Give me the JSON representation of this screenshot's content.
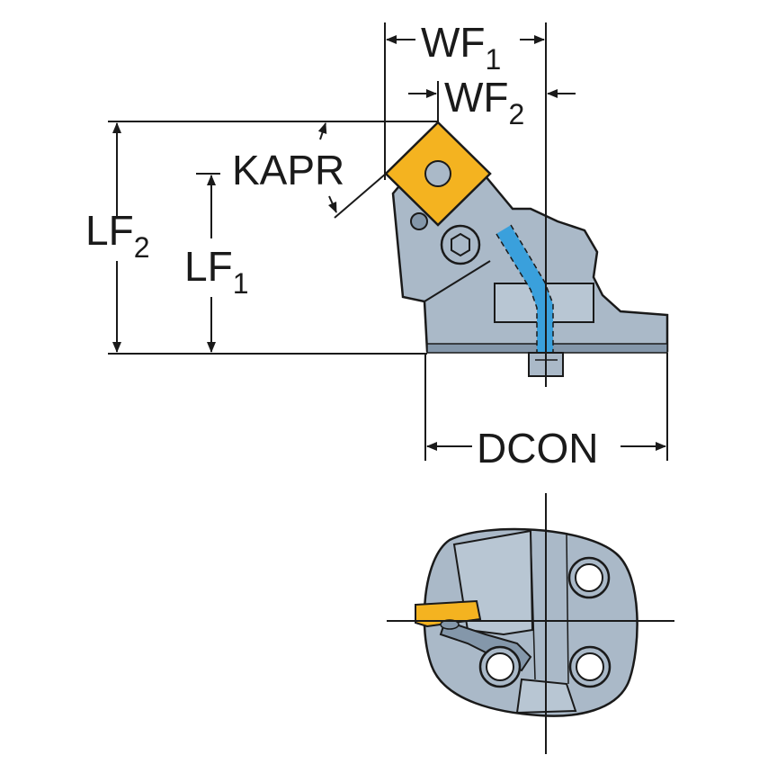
{
  "labels": {
    "wf1": {
      "base": "WF",
      "sub": "1"
    },
    "wf2": {
      "base": "WF",
      "sub": "2"
    },
    "kapr": "KAPR",
    "lf2": {
      "base": "LF",
      "sub": "2"
    },
    "lf1": {
      "base": "LF",
      "sub": "1"
    },
    "dcon": "DCON"
  },
  "colors": {
    "body": "#aab9c8",
    "body_dark": "#8497aa",
    "insert": "#f4b320",
    "coolant": "#3aa0dc",
    "line": "#1a1a1a"
  }
}
